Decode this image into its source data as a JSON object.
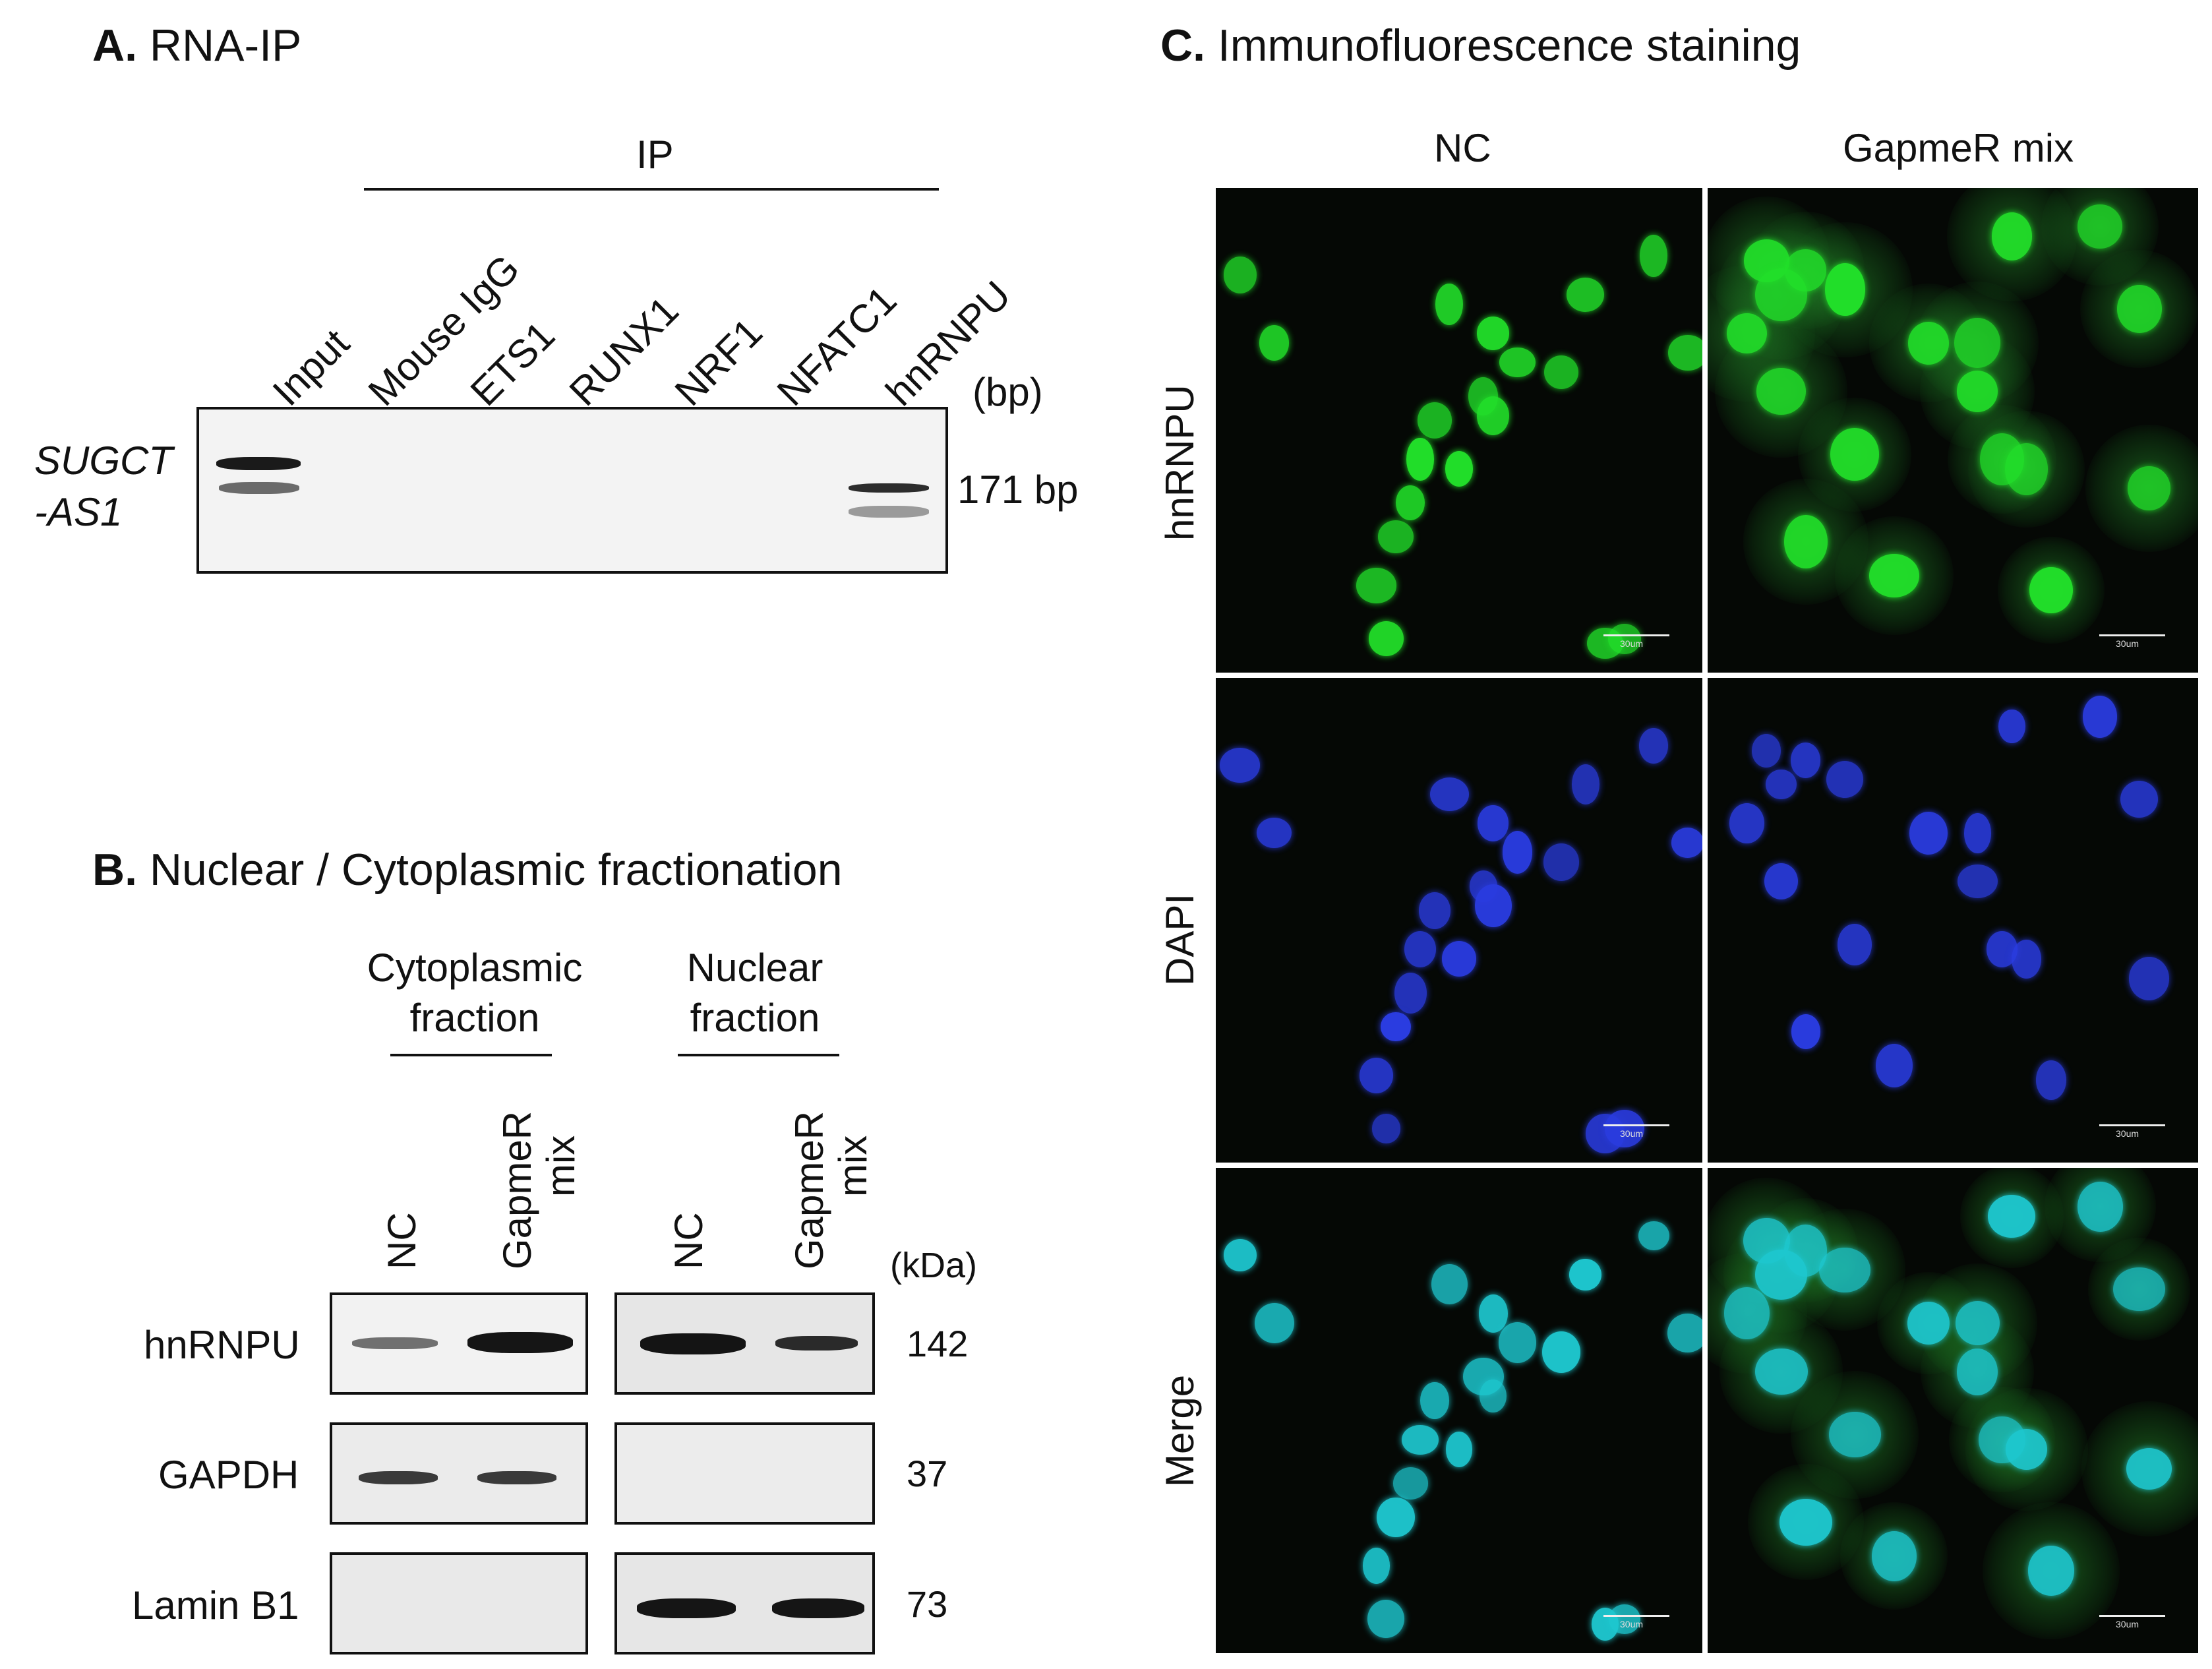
{
  "panelA": {
    "letter": "A.",
    "title": "RNA-IP",
    "ip_label": "IP",
    "lanes": [
      "Input",
      "Mouse IgG",
      "ETS1",
      "RUNX1",
      "NRF1",
      "NFATC1",
      "hnRNPU"
    ],
    "unit": "(bp)",
    "target_line1": "SUGCT",
    "target_line2": "-AS1",
    "size_label": "171 bp"
  },
  "panelB": {
    "letter": "B.",
    "title": "Nuclear / Cytoplasmic fractionation",
    "groups": [
      {
        "line1": "Cytoplasmic",
        "line2": "fraction"
      },
      {
        "line1": "Nuclear",
        "line2": "fraction"
      }
    ],
    "lane_nc": "NC",
    "lane_gap_line1": "GapmeR",
    "lane_gap_line2": "mix",
    "unit": "(kDa)",
    "rows": [
      {
        "protein": "hnRNPU",
        "kda": "142"
      },
      {
        "protein": "GAPDH",
        "kda": "37"
      },
      {
        "protein": "Lamin B1",
        "kda": "73"
      }
    ]
  },
  "panelC": {
    "letter": "C.",
    "title": "Immunofluorescence staining",
    "columns": [
      "NC",
      "GapmeR mix"
    ],
    "rows": [
      "hnRNPU",
      "DAPI",
      "Merge"
    ],
    "scale_label": "30um",
    "colors": {
      "hnRNPU": "#22e02a",
      "DAPI": "#2a3ce0",
      "Merge": "#1ec8d0"
    }
  }
}
